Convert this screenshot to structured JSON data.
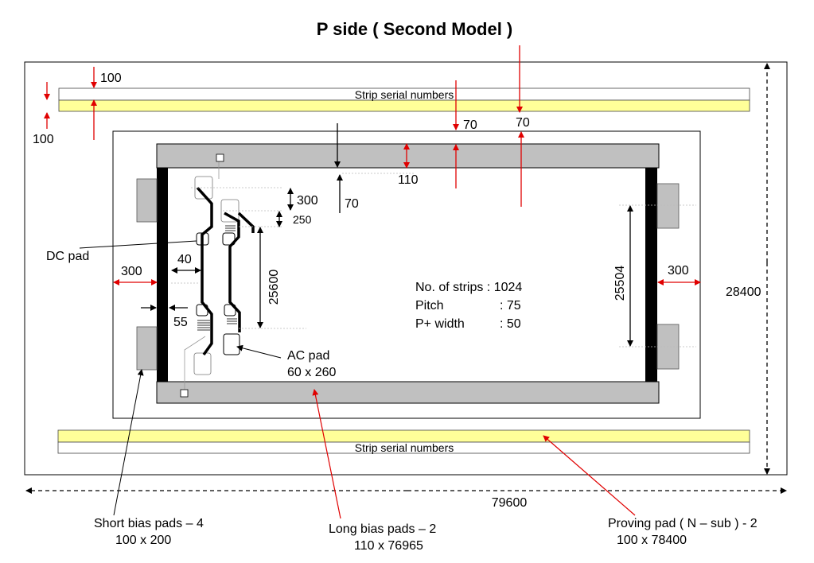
{
  "title": "P side ( Second Model )",
  "strip_serial_top": "Strip serial numbers",
  "strip_serial_bottom": "Strip serial numbers",
  "dimensions": {
    "top_margin_100": "100",
    "left_margin_100": "100",
    "guard_70_a": "70",
    "guard_70_b": "70",
    "bias_110": "110",
    "inner_70": "70",
    "strip_300": "300",
    "strip_250": "250",
    "dc_40": "40",
    "left_300": "300",
    "right_300": "300",
    "width_55": "55",
    "strip_len_25600": "25600",
    "strip_len_25504": "25504",
    "height_28400": "28400",
    "width_79600": "79600"
  },
  "labels": {
    "dc_pad": "DC pad",
    "ac_pad_line1": "AC pad",
    "ac_pad_line2": "60 x 260",
    "short_bias_line1": "Short bias pads – 4",
    "short_bias_line2": "100 x 200",
    "long_bias_line1": "Long bias pads – 2",
    "long_bias_line2": "110 x 76965",
    "proving_line1": "Proving pad ( N – sub ) - 2",
    "proving_line2": "100 x 78400"
  },
  "specs": {
    "strips_label": "No. of strips : 1024",
    "pitch_label": "Pitch",
    "pitch_value": ": 75",
    "width_label": "P+ width",
    "width_value": ": 50"
  },
  "colors": {
    "arrow_red": "#e00000",
    "serial_yellow": "#ffff99",
    "pad_gray": "#c0c0c0",
    "bar_black": "#000000"
  }
}
